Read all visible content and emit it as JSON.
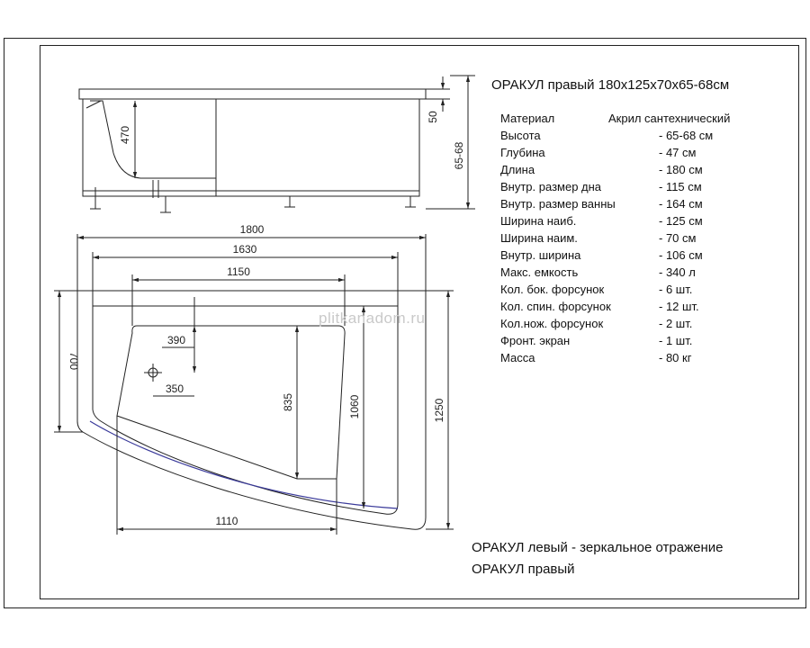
{
  "title": "ОРАКУЛ правый  180х125х70х65-68см",
  "specs": {
    "header": {
      "label": "Материал",
      "value": "Акрил сантехнический"
    },
    "rows": [
      {
        "label": "Высота",
        "value": "- 65-68 см",
        "offset": 56
      },
      {
        "label": "Глубина",
        "value": "- 47 см",
        "offset": 56
      },
      {
        "label": "Длина",
        "value": "- 180 см",
        "offset": 58
      },
      {
        "label": "Внутр. размер дна",
        "value": "- 115 см",
        "offset": 56
      },
      {
        "label": "Внутр. размер ванны",
        "value": "- 164 см",
        "offset": 56
      },
      {
        "label": "Ширина наиб.",
        "value": "- 125 см",
        "offset": 56
      },
      {
        "label": "Ширина наим.",
        "value": "- 70 см",
        "offset": 58
      },
      {
        "label": "Внутр. ширина",
        "value": "-  106 см",
        "offset": 52
      },
      {
        "label": "Макс. емкость",
        "value": "-  340 л",
        "offset": 52
      },
      {
        "label": "Кол. бок. форсунок",
        "value": "- 6 шт.",
        "offset": 56
      },
      {
        "label": "Кол. спин. форсунок",
        "value": "- 12 шт.",
        "offset": 54
      },
      {
        "label": "Кол.нож. форсунок",
        "value": "-  2 шт.",
        "offset": 50
      },
      {
        "label": "Фронт. экран",
        "value": "- 1 шт.",
        "offset": 54
      },
      {
        "label": "Масса",
        "value": "- 80 кг",
        "offset": 56
      }
    ]
  },
  "dimensions": {
    "side_depth": "470",
    "rim": "50",
    "height": "65-68",
    "length_total": "1800",
    "length_inner": "1630",
    "bottom_length": "1150",
    "drain_y": "390",
    "drain_x": "350",
    "width_min": "700",
    "bottom_width": "835",
    "inner_width": "1060",
    "width_max": "1250",
    "bottom_front": "1110"
  },
  "watermark": "plitkanadom.ru",
  "notes": {
    "left": "ОРАКУЛ левый - зеркальное отражение",
    "right": "ОРАКУЛ правый"
  }
}
